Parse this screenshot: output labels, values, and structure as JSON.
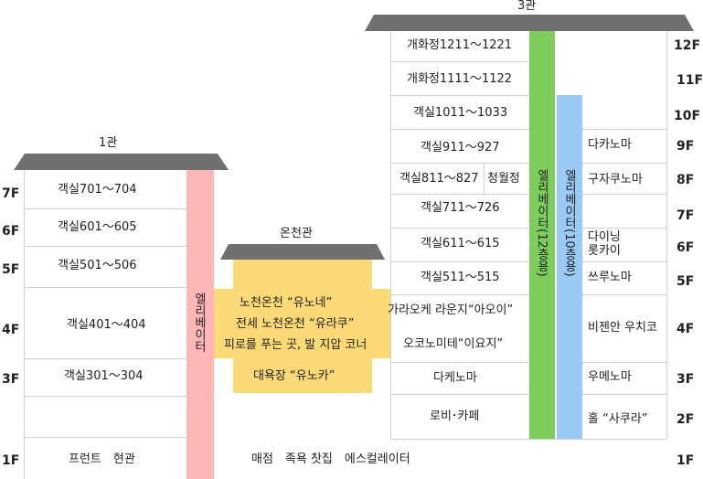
{
  "colors": {
    "roof": "#707070",
    "east_elevator": "#ffb6b6",
    "onsen_fill": "#fcd977",
    "west_elevator_12": "#7ccd5c",
    "west_elevator_10": "#9acbf6",
    "grid_line": "#d2d2d2"
  },
  "east_building": {
    "name": "1관",
    "elevator_label": "엘리베이터",
    "floors": [
      {
        "floor": "7F",
        "rooms": "객실701～704"
      },
      {
        "floor": "6F",
        "rooms": "객실601～605"
      },
      {
        "floor": "5F",
        "rooms": "객실501～506"
      },
      {
        "floor": "4F",
        "rooms": "객실401～404"
      },
      {
        "floor": "3F",
        "rooms": "객실301～304"
      },
      {
        "floor": "1F",
        "rooms": "프런트　현관"
      }
    ]
  },
  "onsen_building": {
    "name": "온천관",
    "facilities": [
      "노천온천 “유노네”",
      "전세 노천온천 “유라쿠”",
      "피로를 푸는 곳, 발 지압 코너",
      "대욕장 “유노카”"
    ]
  },
  "lobby_1f": "매점　족욕 찻집　에스컬레이터",
  "west_building": {
    "name": "3관",
    "elevator_12_label": "엘리베이터(12층용)",
    "elevator_10_label": "엘리베이터(10층용)",
    "floor_labels": [
      "12F",
      "11F",
      "10F",
      "9F",
      "8F",
      "7F",
      "6F",
      "5F",
      "4F",
      "3F",
      "2F",
      "1F"
    ],
    "left_rooms": {
      "f12": "개화정1211～1221",
      "f11": "개화정1111～1122",
      "f10": "객실1011～1033",
      "f9": "객실911～927",
      "f8a": "객실811～827",
      "f8b": "청월정",
      "f7": "객실711～726",
      "f6": "객실611～615",
      "f5": "객실511～515",
      "f4a": "가라오케 라운지“아오이”",
      "f4b": "오코노미테“이요지”",
      "f3": "다케노마",
      "f2": "로비･카페"
    },
    "right_rooms": {
      "f9": "다카노마",
      "f8": "구자쿠노마",
      "f6a": "다이닝",
      "f6b": "롯카이",
      "f5": "쓰루노마",
      "f4": "비젠안 우치코",
      "f3": "우메노마",
      "f2": "홀 “사쿠라”"
    }
  }
}
